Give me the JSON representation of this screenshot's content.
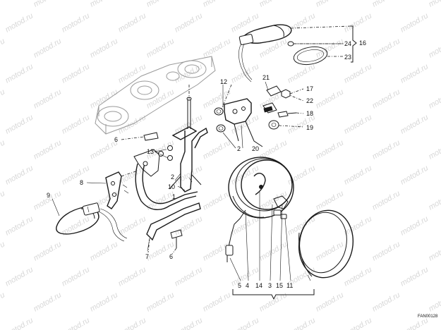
{
  "watermark": "motod.ru",
  "drawing_code": "FAN00128",
  "callouts": {
    "c1": "1",
    "c2": "2",
    "c2b": "2",
    "c3": "3",
    "c4": "4",
    "c5": "5",
    "c6a": "6",
    "c6b": "6",
    "c7": "7",
    "c8": "8",
    "c9": "9",
    "c10": "10",
    "c11": "11",
    "c12": "12",
    "c13": "13",
    "c14": "14",
    "c15": "15",
    "c16": "16",
    "c17": "17",
    "c18": "18",
    "c19": "19",
    "c20": "20",
    "c21": "21",
    "c22": "22",
    "c23": "23",
    "c24": "24"
  }
}
